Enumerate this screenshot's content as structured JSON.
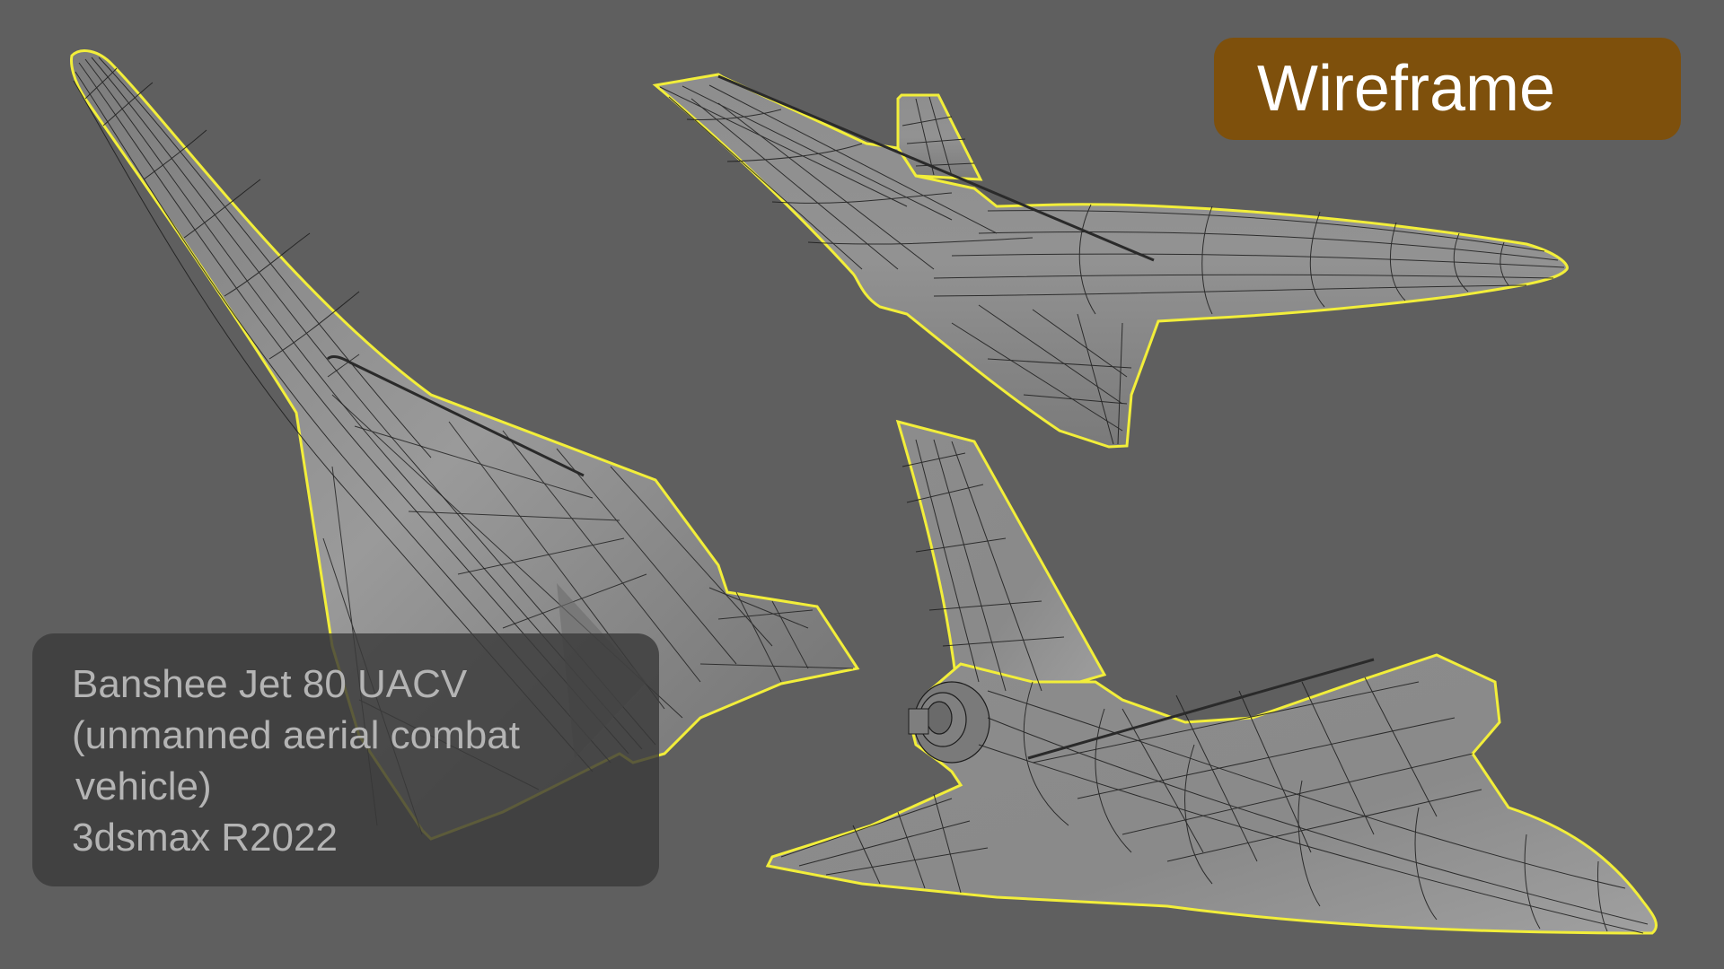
{
  "viewport": {
    "background_color": "#5f5f5f",
    "render_mode": "Wireframe"
  },
  "badge": {
    "label": "Wireframe",
    "background_color": "#7e500c",
    "text_color": "#ffffff"
  },
  "caption": {
    "lines": [
      "Banshee Jet 80 UACV",
      "(unmanned aerial combat",
      "vehicle)",
      "3dsmax R2022"
    ],
    "text_color": "#b4b4b4"
  },
  "models": [
    {
      "name": "jet-view-top-left",
      "description": "Banshee jet, underside view, nose pointing upper-left"
    },
    {
      "name": "jet-view-top-right",
      "description": "Banshee jet, side view, nose pointing right"
    },
    {
      "name": "jet-view-bottom-right",
      "description": "Banshee jet, rear three-quarter view showing engine exhaust"
    }
  ],
  "colors": {
    "mesh_fill": "#8a8a8a",
    "mesh_shade": "#747474",
    "wire": "#1c1c1c",
    "selection_outline": "#f2ee3a"
  }
}
